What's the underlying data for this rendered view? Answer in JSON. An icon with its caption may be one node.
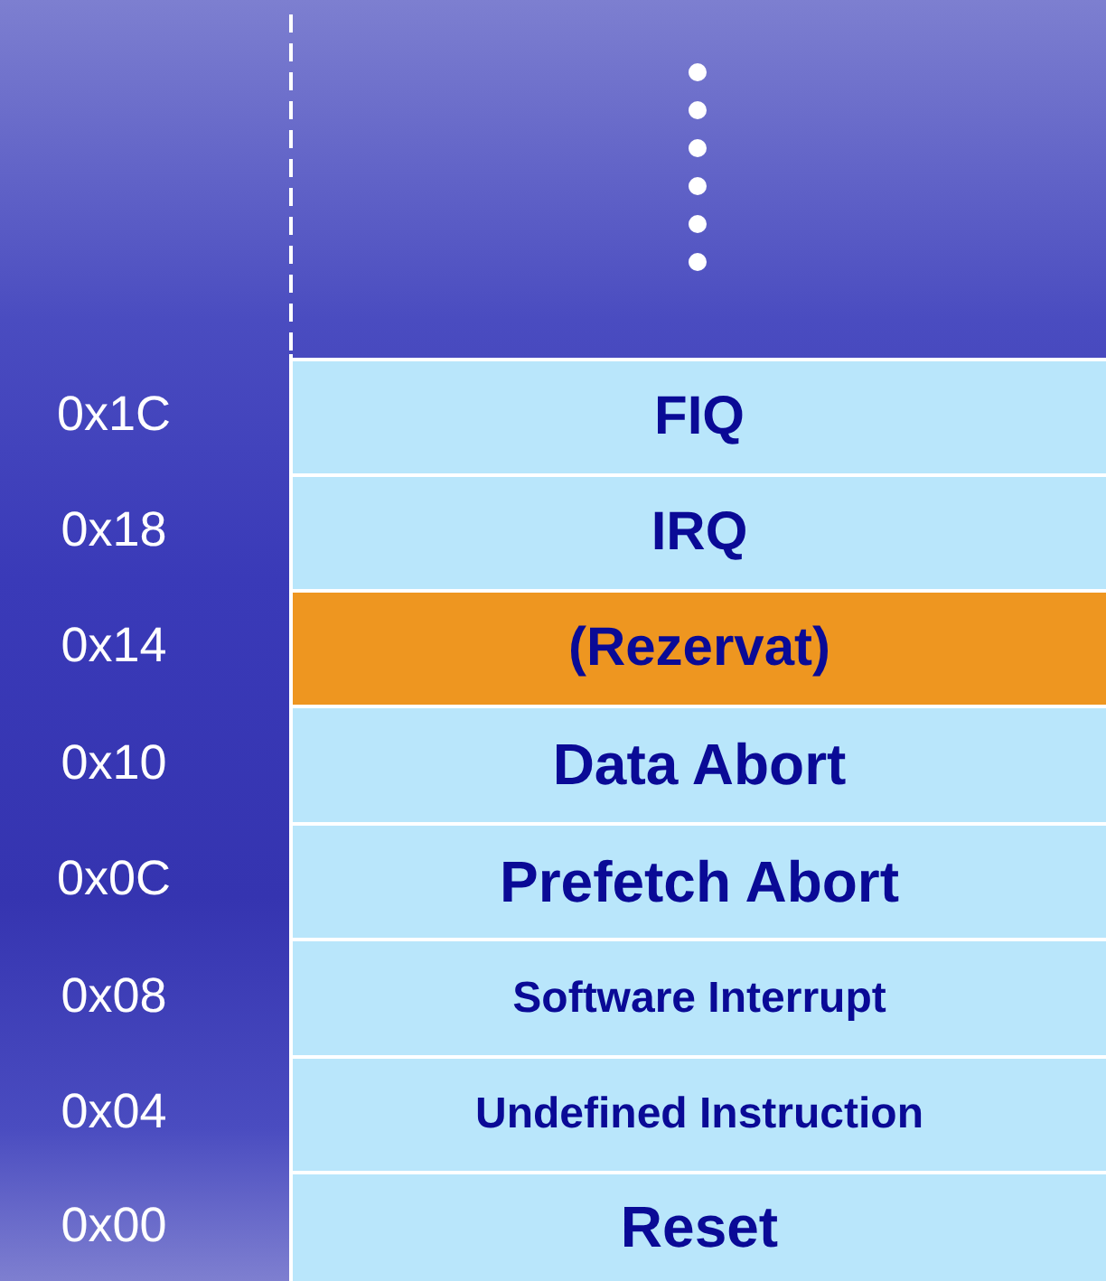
{
  "diagram": {
    "nodes": [
      {
        "text": [
          "FIQ"
        ],
        "beside": [
          "0x1C"
        ]
      },
      {
        "text": [
          "IRQ"
        ],
        "beside": [
          "0x18"
        ]
      },
      {
        "text": [
          "(Rezervat)"
        ],
        "beside": [
          "0x14"
        ]
      },
      {
        "text": [
          "Data Abort"
        ],
        "beside": [
          "0x10"
        ]
      },
      {
        "text": [
          "Prefetch Abort"
        ],
        "beside": [
          "0x0C"
        ]
      },
      {
        "text": [
          "Software Interrupt"
        ],
        "beside": [
          "0x08"
        ]
      },
      {
        "text": [
          "Undefined Instruction"
        ],
        "beside": [
          "0x04"
        ]
      },
      {
        "text": [
          "Reset"
        ],
        "beside": [
          "0x00"
        ]
      }
    ]
  }
}
